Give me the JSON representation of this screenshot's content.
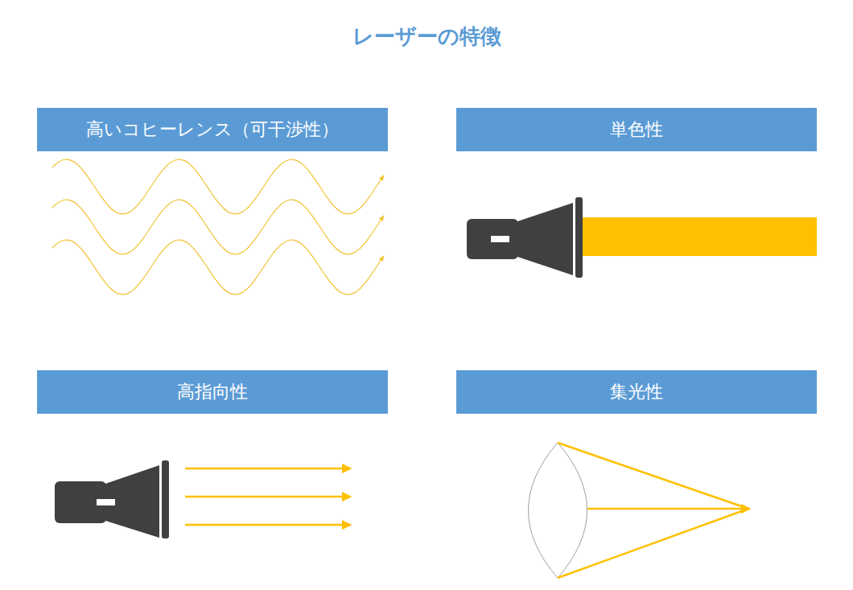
{
  "diagram": {
    "title": "レーザーの特徴",
    "nodes": [
      {
        "text": [
          "高いコヒーレンス（可干渉性）"
        ]
      },
      {
        "text": [
          "単色性"
        ]
      },
      {
        "text": [
          "高指向性"
        ]
      },
      {
        "text": [
          "集光性"
        ]
      }
    ]
  }
}
